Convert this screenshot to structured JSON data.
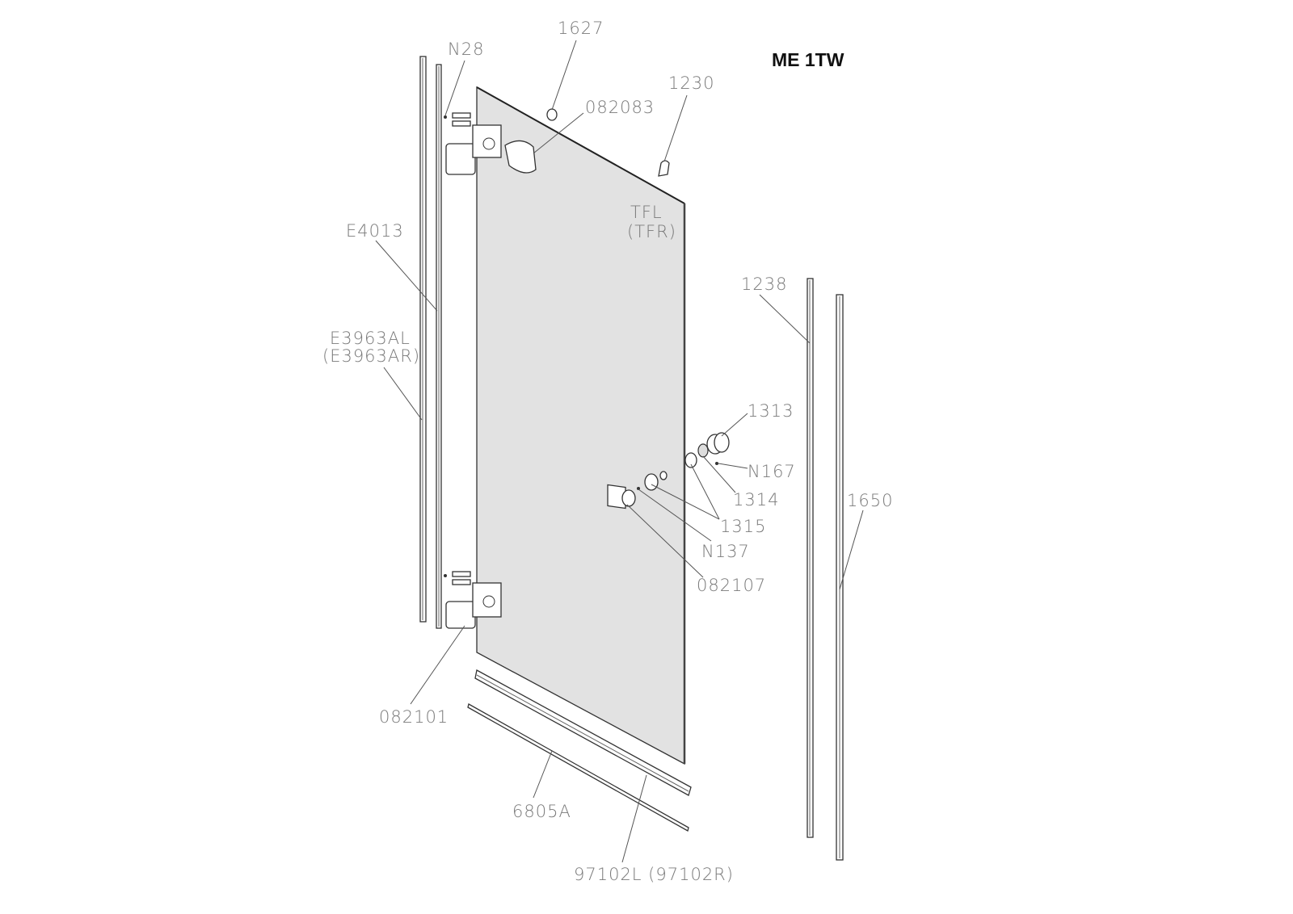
{
  "title": "ME 1TW",
  "labels": {
    "p1627": "1627",
    "pN28": "N28",
    "p1230": "1230",
    "p082083": "082083",
    "pTFL": "TFL",
    "pTFR": "(TFR)",
    "pE4013": "E4013",
    "p1238": "1238",
    "pE3963AL": "E3963AL",
    "pE3963AR": "(E3963AR)",
    "p1313": "1313",
    "pN167": "N167",
    "p1314": "1314",
    "p1315": "1315",
    "pN137": "N137",
    "p1650": "1650",
    "p082107": "082107",
    "p082101": "082101",
    "p6805A": "6805A",
    "p97102": "97102L (97102R)"
  },
  "colors": {
    "glass": "#e2e2e2",
    "label": "#7a7a7a",
    "line": "#333333"
  }
}
